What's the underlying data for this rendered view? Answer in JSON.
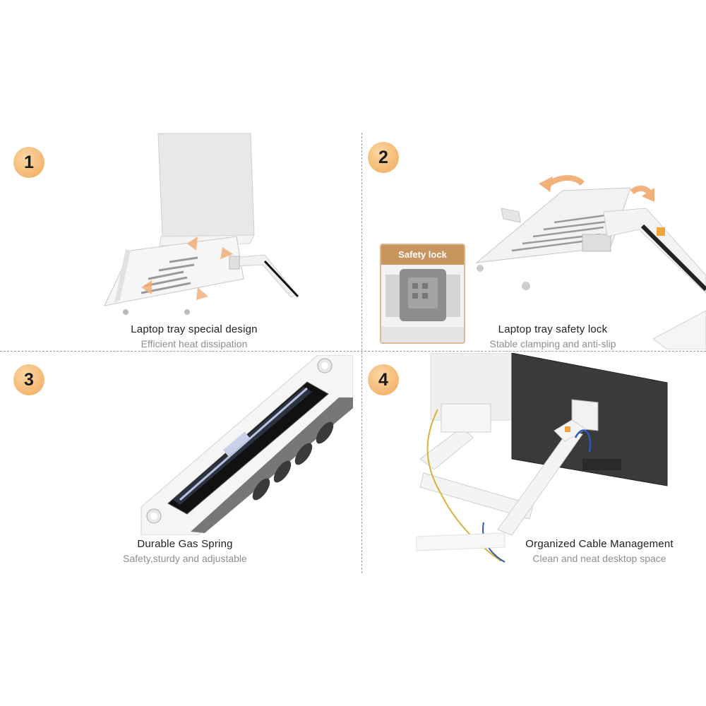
{
  "panels": [
    {
      "number": "1",
      "title": "Laptop tray special design",
      "subtitle": "Efficient heat dissipation"
    },
    {
      "number": "2",
      "title": "Laptop tray safety lock",
      "subtitle": "Stable clamping and anti-slip",
      "inset_label": "Safety lock"
    },
    {
      "number": "3",
      "title": "Durable Gas Spring",
      "subtitle": "Safety,sturdy and adjustable"
    },
    {
      "number": "4",
      "title": "Organized Cable Management",
      "subtitle": "Clean and neat desktop space"
    }
  ],
  "colors": {
    "badge": "#f0a85a",
    "arrow": "#f2b07a",
    "divider": "#9a9a9a"
  }
}
